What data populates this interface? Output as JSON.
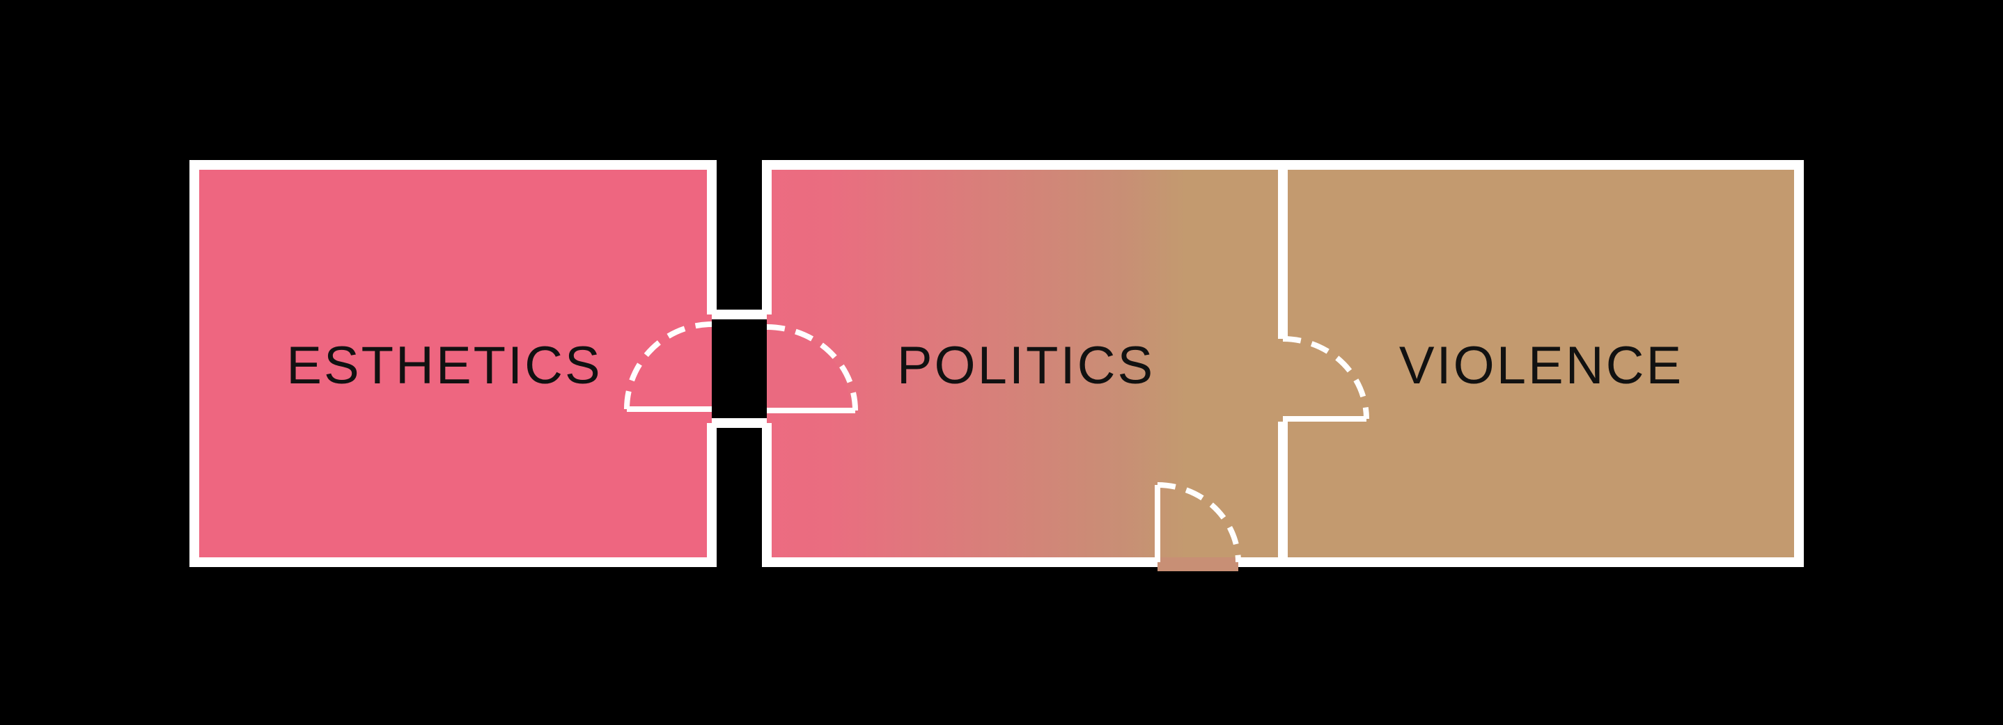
{
  "diagram": {
    "rooms": [
      {
        "id": "esthetics",
        "label": "ESTHETICS"
      },
      {
        "id": "politics",
        "label": "POLITICS"
      },
      {
        "id": "violence",
        "label": "VIOLENCE"
      }
    ],
    "colors": {
      "background": "#000000",
      "wall": "#ffffff",
      "esthetics_fill": "#ee6680",
      "gradient_start": "#ec6b81",
      "gradient_end": "#c39a6f",
      "violence_fill": "#c39a6f",
      "label_text": "#111111"
    }
  }
}
